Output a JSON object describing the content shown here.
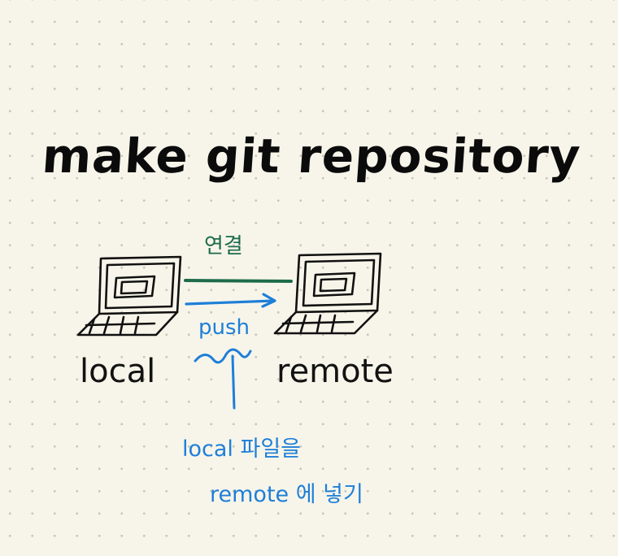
{
  "title": "make git repository",
  "local": {
    "label": "local"
  },
  "remote": {
    "label": "remote"
  },
  "connection": {
    "label": "연결",
    "color": "#1d6b4b"
  },
  "push": {
    "label": "push",
    "color": "#1e7fd8"
  },
  "note": {
    "line1": "local 파일을",
    "line2": "remote 에 넣기"
  },
  "colors": {
    "background": "#f7f5ea",
    "ink": "#0b0b0b",
    "blue": "#1e7fd8",
    "green": "#1d6b4b"
  }
}
